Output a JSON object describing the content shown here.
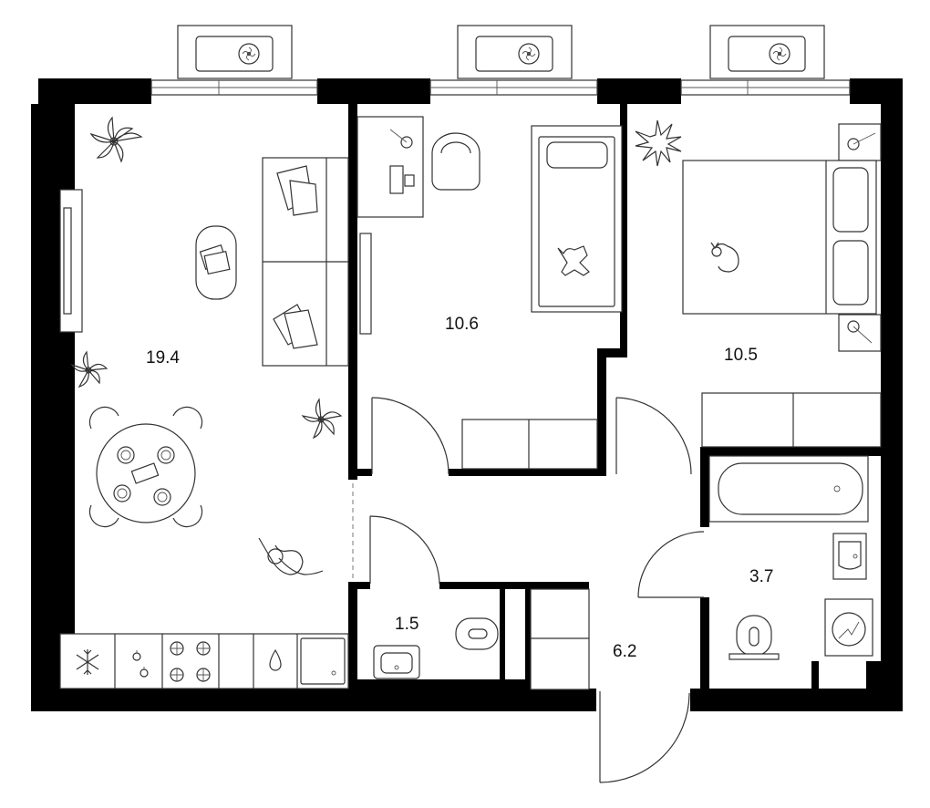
{
  "plan": {
    "rooms": [
      {
        "id": "living-kitchen",
        "area": "19.4"
      },
      {
        "id": "bedroom-1",
        "area": "10.6"
      },
      {
        "id": "bedroom-2",
        "area": "10.5"
      },
      {
        "id": "bathroom",
        "area": "3.7"
      },
      {
        "id": "toilet",
        "area": "1.5"
      },
      {
        "id": "hallway",
        "area": "6.2"
      }
    ]
  }
}
